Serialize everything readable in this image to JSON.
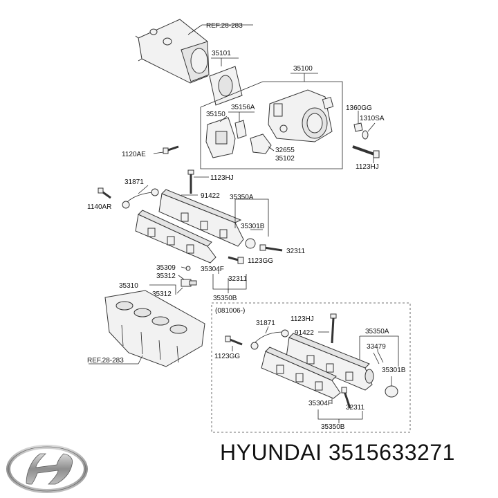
{
  "refs": {
    "ref_top": "REF.28-283",
    "ref_bottom": "REF.28-283"
  },
  "labels": {
    "p35101": "35101",
    "p35100": "35100",
    "p35156A": "35156A",
    "p35150": "35150",
    "p1360GG": "1360GG",
    "p1310SA": "1310SA",
    "p1120AE": "1120AE",
    "p32655": "32655",
    "p35102": "35102",
    "p1123HJ_a": "1123HJ",
    "p1123HJ_b": "1123HJ",
    "p31871": "31871",
    "p91422": "91422",
    "p35350A": "35350A",
    "p1140AR": "1140AR",
    "p35301B": "35301B",
    "p32311": "32311",
    "p35309": "35309",
    "p35304F": "35304F",
    "p1123GG": "1123GG",
    "p35312a": "35312",
    "p32311b": "32311",
    "p35310": "35310",
    "p35312b": "35312",
    "p35350B": "35350B"
  },
  "inset": {
    "date": "(081006-)",
    "p31871": "31871",
    "p1123HJ": "1123HJ",
    "p91422": "91422",
    "p35350A": "35350A",
    "p33479": "33479",
    "p1123GG": "1123GG",
    "p35301B": "35301B",
    "p35304F": "35304F",
    "p32311": "32311",
    "p35350B": "35350B"
  },
  "footer": {
    "brand": "HYUNDAI",
    "part_number": "3515633271",
    "logo": "hyundai-logo"
  }
}
